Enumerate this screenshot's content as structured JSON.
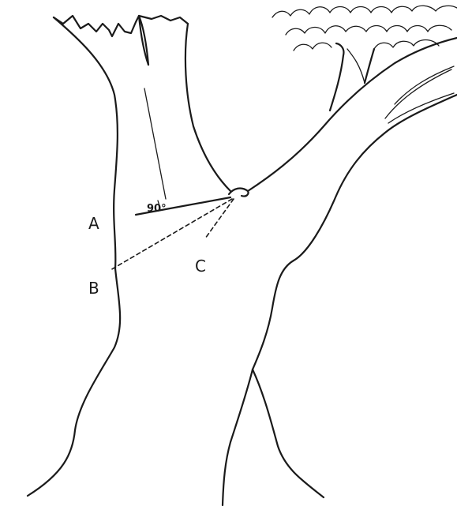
{
  "labels": {
    "a": "A",
    "b": "B",
    "c": "C",
    "angle": "90°"
  }
}
